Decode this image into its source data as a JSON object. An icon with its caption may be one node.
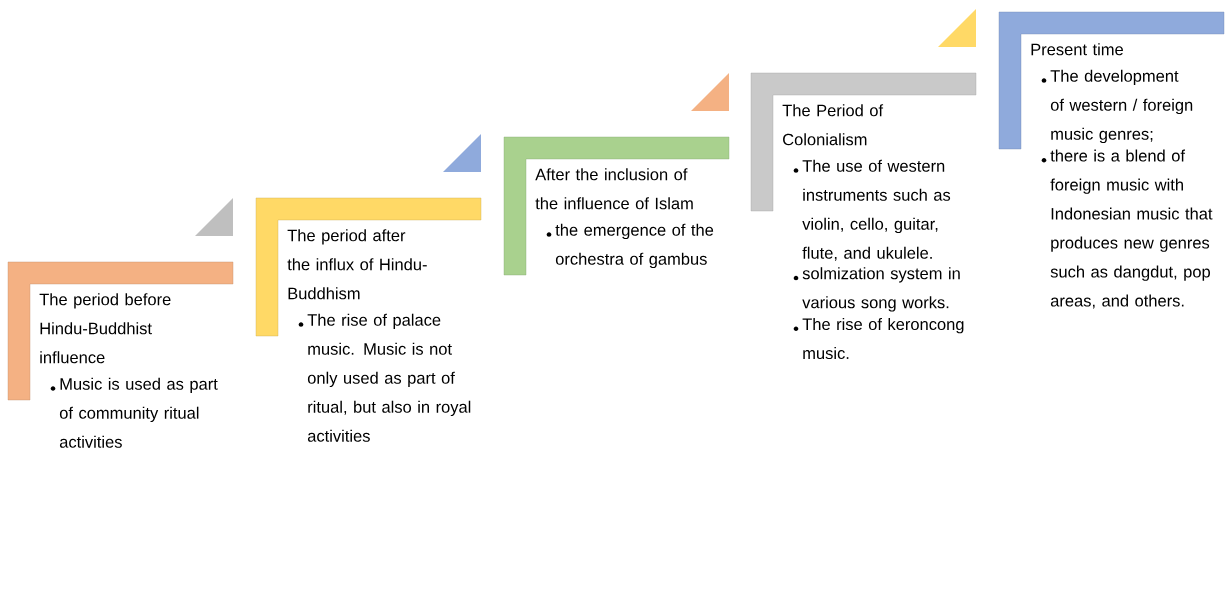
{
  "diagram": {
    "nodes": [
      {
        "text": [
          "The period before Hindu-Buddhist influence",
          "Music is used as part of community ritual activities"
        ]
      },
      {
        "text": [
          "The period after the influx of Hindu-Buddhism",
          "The rise of palace music. Music is not only used as part of ritual, but also in royal activities"
        ]
      },
      {
        "text": [
          "After the inclusion of the influence of Islam",
          "the emergence of the orchestra of gambus"
        ]
      },
      {
        "text": [
          "The Period of Colonialism",
          "The use of western instruments such as violin, cello, guitar, flute, and ukulele.",
          "solmization system in various song works.",
          "The rise of keroncong music."
        ]
      },
      {
        "text": [
          "Present time",
          "The development of western / foreign music genres;",
          "there is a blend of foreign music with Indonesian music that produces new genres such as dangdut, pop areas, and others."
        ]
      }
    ]
  }
}
